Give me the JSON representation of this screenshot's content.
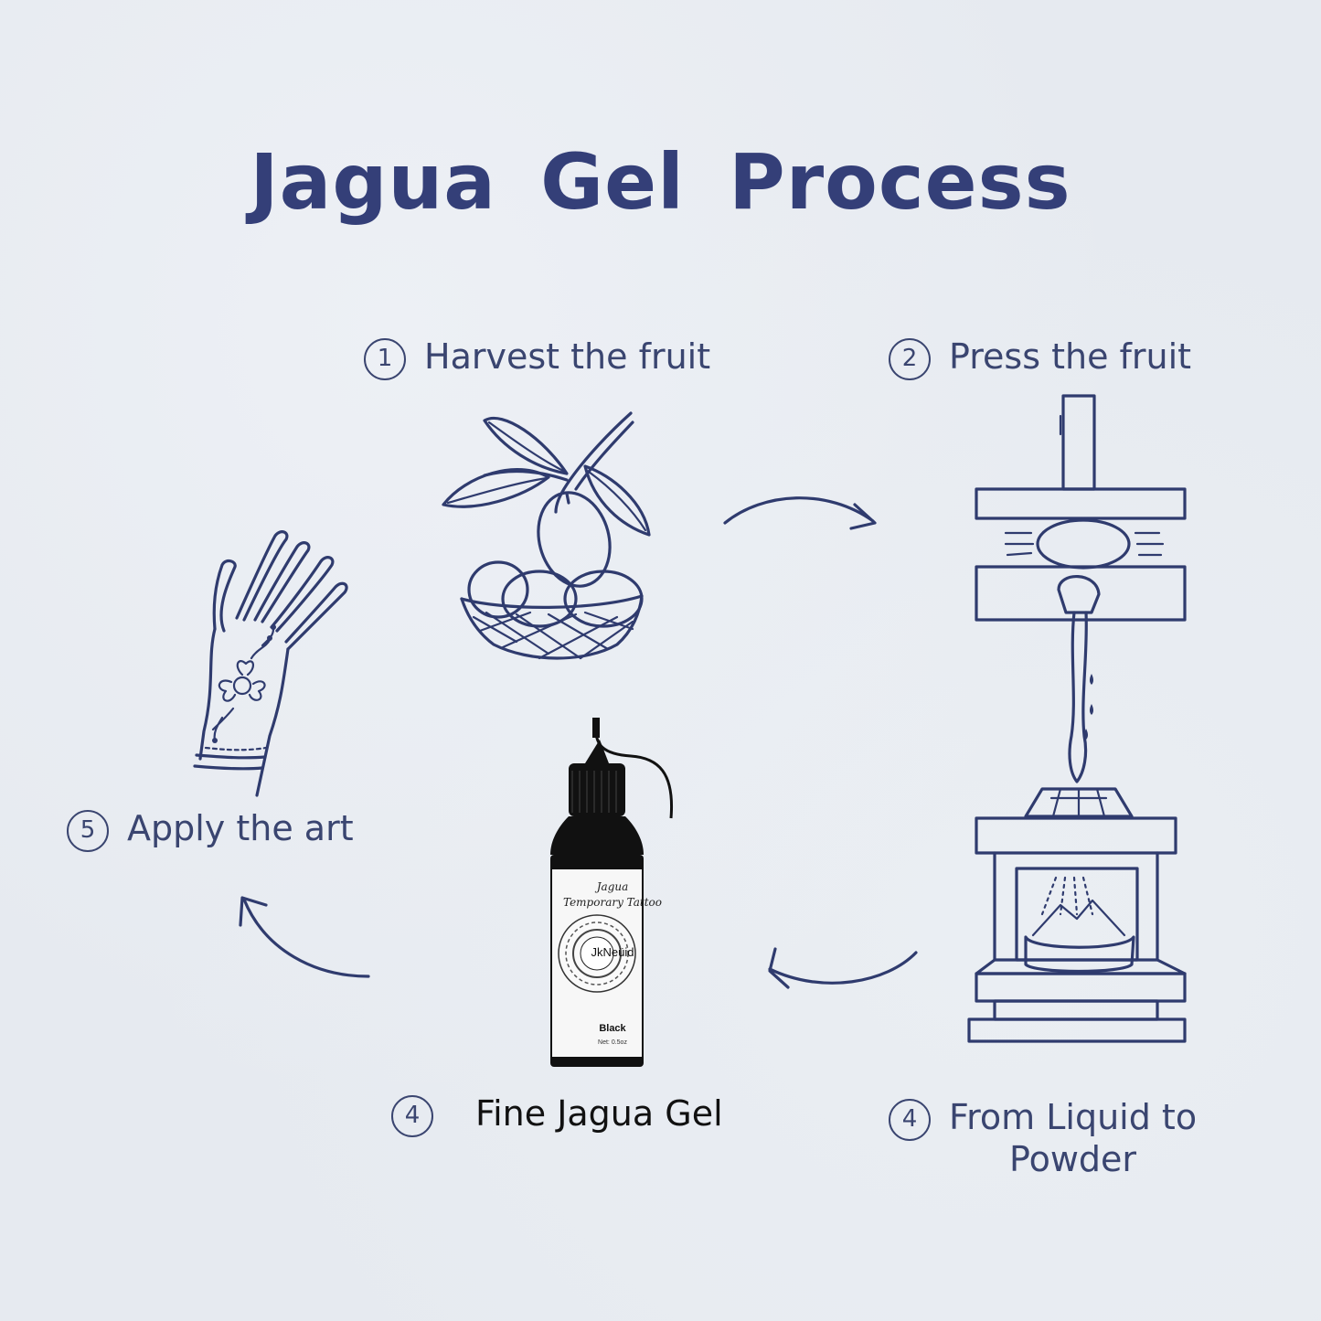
{
  "title": "Jagua  Gel  Process",
  "steps": [
    {
      "number": "1",
      "label": "Harvest the fruit",
      "icon": "fruit-basket-icon"
    },
    {
      "number": "2",
      "label": "Press the fruit",
      "icon": "fruit-press-icon"
    },
    {
      "number": "4",
      "label_line1": "From Liquid to",
      "label_line2": "Powder",
      "icon": "drying-oven-icon"
    },
    {
      "number": "4",
      "label": "Fine Jagua Gel",
      "icon": "gel-bottle-icon"
    },
    {
      "number": "5",
      "label": "Apply the art",
      "icon": "henna-hand-icon"
    }
  ],
  "bottle": {
    "line1": "Jagua",
    "line2": "Temporary Tattoo",
    "brand": "JkNeüid",
    "color": "Black",
    "net": "Net: 0.5oz"
  },
  "colors": {
    "ink": "#2f3b6e",
    "title": "#343f78",
    "background": "#e6eaf0"
  }
}
